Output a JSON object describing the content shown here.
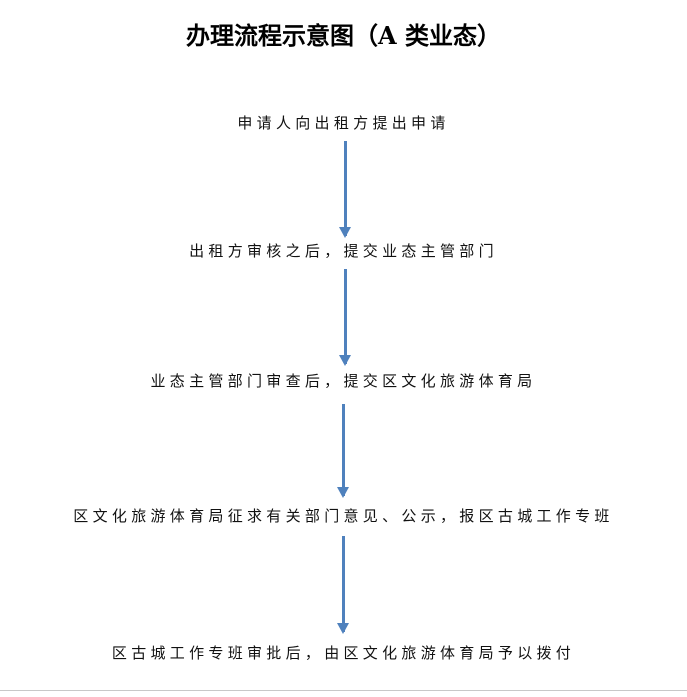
{
  "title": "办理流程示意图（A 类业态）",
  "steps": [
    "申请人向出租方提出申请",
    "出租方审核之后，提交业态主管部门",
    "业态主管部门审查后，提交区文化旅游体育局",
    "区文化旅游体育局征求有关部门意见、公示，报区古城工作专班",
    "区古城工作专班审批后，由区文化旅游体育局予以拨付"
  ],
  "colors": {
    "arrow": "#4f81bd"
  }
}
